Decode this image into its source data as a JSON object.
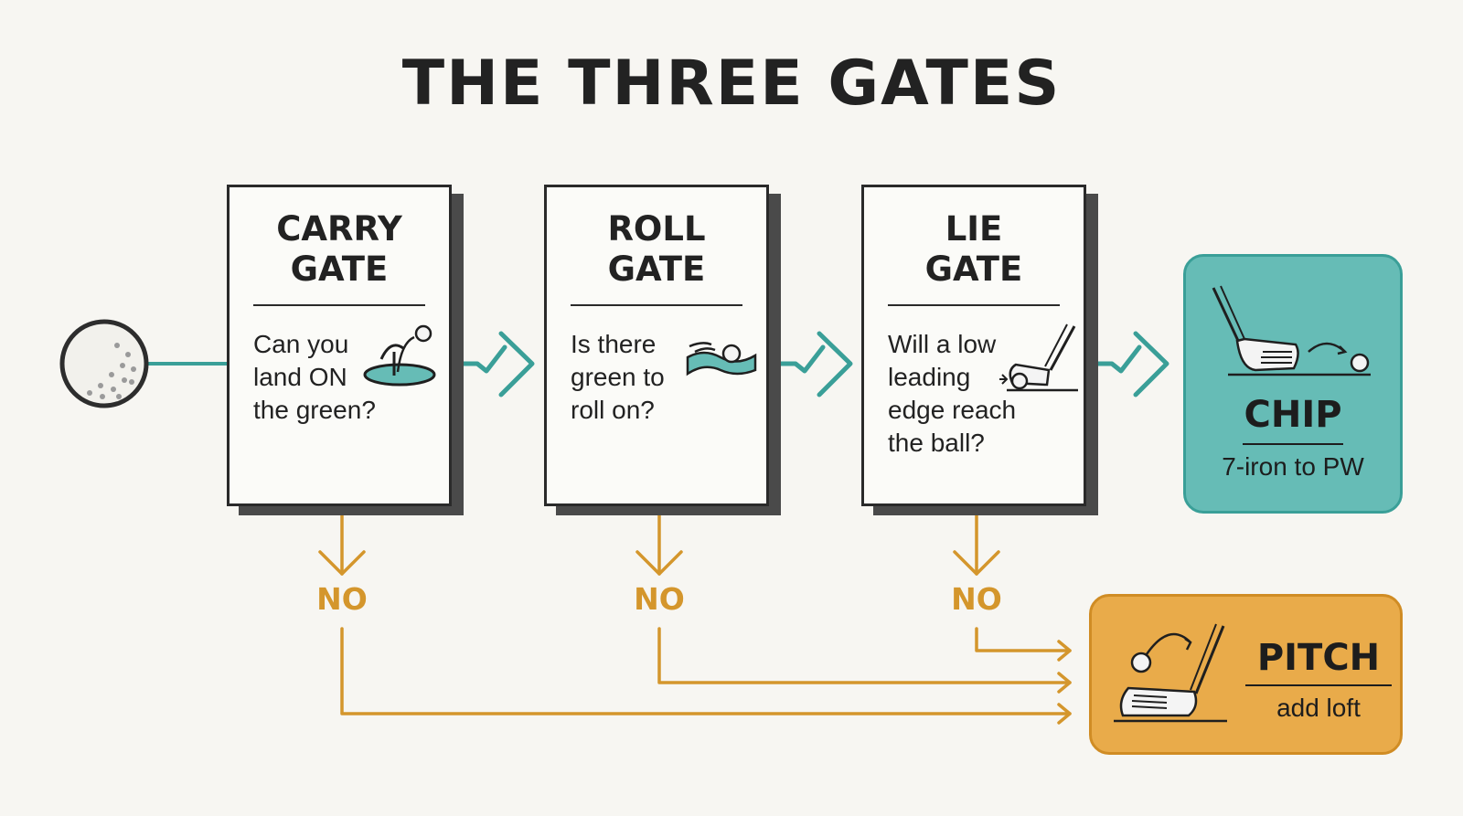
{
  "title": "THE THREE GATES",
  "gates": [
    {
      "title_line1": "CARRY",
      "title_line2": "GATE",
      "question": "Can you land ON the green?",
      "icon": "ball-landing-on-green-icon"
    },
    {
      "title_line1": "ROLL",
      "title_line2": "GATE",
      "question": "Is there green to roll on?",
      "icon": "ball-rolling-on-green-icon"
    },
    {
      "title_line1": "LIE",
      "title_line2": "GATE",
      "question": "Will a low leading edge reach the ball?",
      "icon": "club-leading-edge-icon"
    }
  ],
  "no_label": "NO",
  "chip": {
    "title": "CHIP",
    "subtitle": "7-iron to PW",
    "icon": "chip-shot-club-icon"
  },
  "pitch": {
    "title": "PITCH",
    "subtitle": "add loft",
    "icon": "pitch-shot-club-icon"
  },
  "colors": {
    "teal": "#3a9f98",
    "chip_fill": "#66bcb6",
    "orange": "#d4962c",
    "pitch_fill": "#e9ab4a",
    "ink": "#222222"
  }
}
